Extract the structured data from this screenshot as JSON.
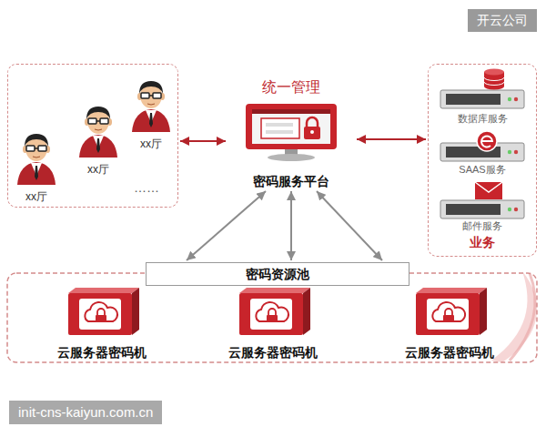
{
  "diagram": {
    "nodes": [
      {
        "text": [
          "……"
        ]
      },
      {
        "text": [
          "xx厅"
        ],
        "in": 0
      },
      {
        "text": [
          "xx厅"
        ],
        "in": 0
      },
      {
        "text": [
          "xx厅"
        ],
        "in": 0
      },
      {
        "text": [
          "统一管理",
          "密码服务平台"
        ]
      },
      {
        "text": [
          "业务"
        ]
      },
      {
        "text": [
          "数据库服务"
        ],
        "in": 5
      },
      {
        "text": [
          "SAAS服务"
        ],
        "in": 5
      },
      {
        "text": [
          "邮件服务"
        ],
        "in": 5
      },
      {
        "text": [
          "密码资源池"
        ]
      },
      {
        "text": [
          "云服务器密码机"
        ]
      },
      {
        "text": [
          "云服务器密码机"
        ]
      },
      {
        "text": [
          "云服务器密码机"
        ]
      }
    ],
    "edges": [
      {
        "from": 0,
        "to": 4,
        "arrow": "both"
      },
      {
        "from": 4,
        "to": 5,
        "arrow": "both"
      },
      {
        "from": 4,
        "to": 9,
        "arrow": "both"
      },
      {
        "from": 4,
        "to": 9,
        "arrow": "both"
      },
      {
        "from": 4,
        "to": 9,
        "arrow": "both"
      }
    ],
    "labels": [
      "开云公司",
      "init-cns-kaiyun.com.cn"
    ]
  }
}
